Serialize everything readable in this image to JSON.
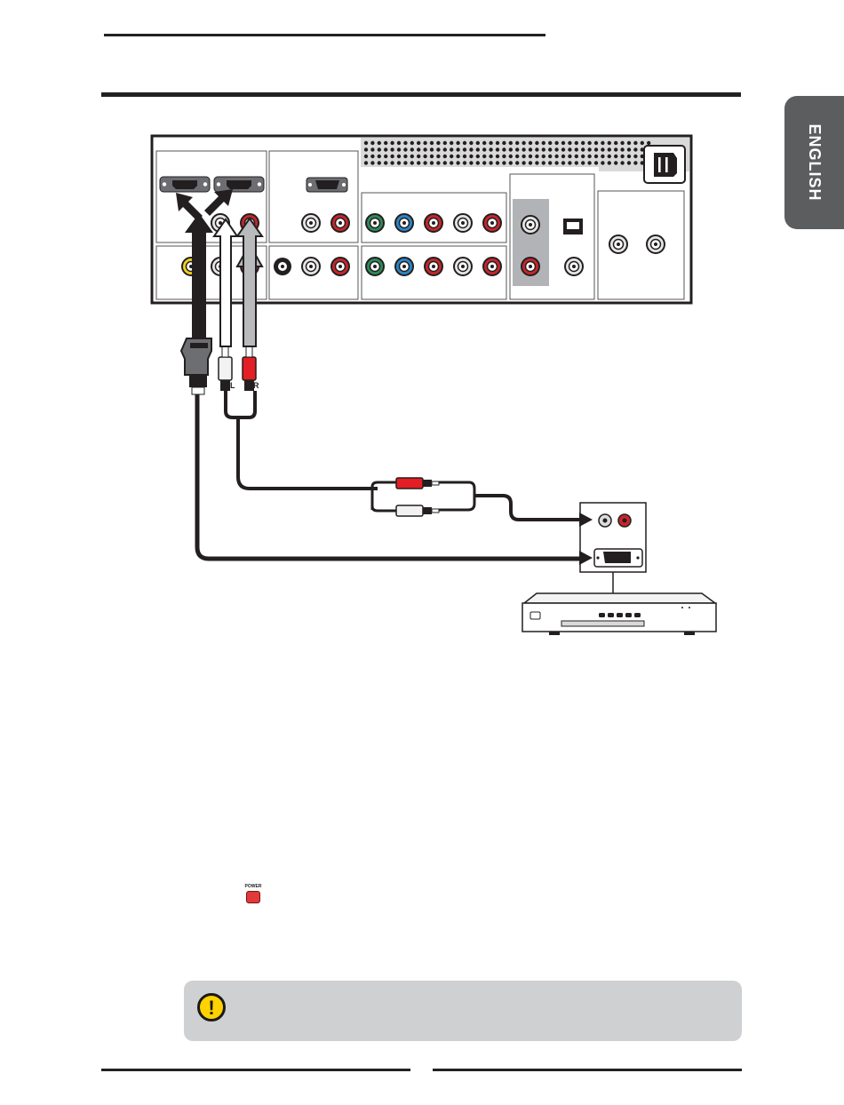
{
  "header": {
    "tab_label": "ENGLISH"
  },
  "diagram": {
    "cable_labels": {
      "left": "L",
      "right": "R"
    }
  },
  "remote": {
    "power_label": "POWER"
  },
  "note": {
    "icon": "caution-icon",
    "symbol": "!"
  }
}
